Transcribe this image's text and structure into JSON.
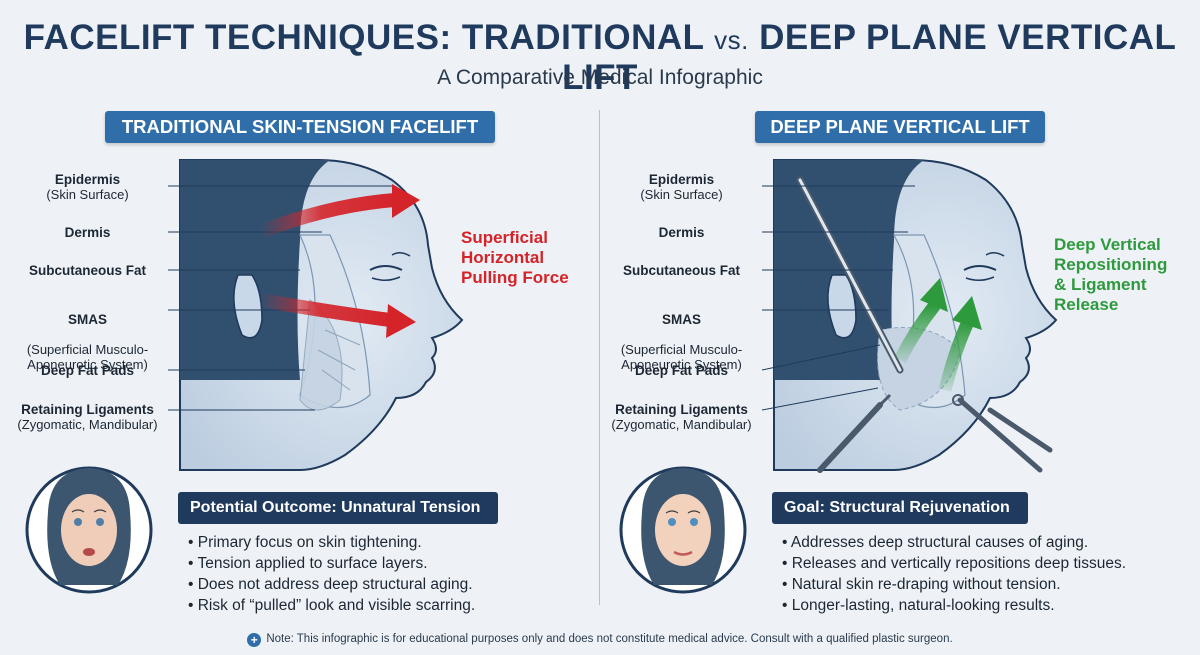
{
  "header": {
    "title_left": "FACELIFT TECHNIQUES: TRADITIONAL",
    "title_vs": "vs.",
    "title_right": "DEEP PLANE VERTICAL LIFT",
    "subtitle": "A Comparative Medical Infographic"
  },
  "left_panel": {
    "badge": "TRADITIONAL SKIN-TENSION FACELIFT",
    "layers": [
      {
        "name": "Epidermis",
        "detail": "(Skin Surface)"
      },
      {
        "name": "Dermis",
        "detail": ""
      },
      {
        "name": "Subcutaneous Fat",
        "detail": ""
      },
      {
        "name": "SMAS",
        "detail": "(Superficial Musculo-\nAponeurotic System)"
      },
      {
        "name": "Deep Fat Pads",
        "detail": ""
      },
      {
        "name": "Retaining Ligaments",
        "detail": "(Zygomatic, Mandibular)"
      }
    ],
    "force_label": "Superficial\nHorizontal\nPulling Force",
    "outcome_title": "Potential Outcome: Unnatural Tension",
    "bullets": [
      "Primary focus on skin tightening.",
      "Tension applied to surface layers.",
      "Does not address deep structural aging.",
      "Risk of “pulled” look and visible scarring."
    ]
  },
  "right_panel": {
    "badge": "DEEP PLANE VERTICAL LIFT",
    "layers": [
      {
        "name": "Epidermis",
        "detail": "(Skin Surface)"
      },
      {
        "name": "Dermis",
        "detail": ""
      },
      {
        "name": "Subcutaneous Fat",
        "detail": ""
      },
      {
        "name": "SMAS",
        "detail": "(Superficial Musculo-\nAponeurotic System)"
      },
      {
        "name": "Deep Fat Pads",
        "detail": ""
      },
      {
        "name": "Retaining Ligaments",
        "detail": "(Zygomatic, Mandibular)"
      }
    ],
    "force_label": "Deep Vertical\nRepositioning\n& Ligament\nRelease",
    "outcome_title": "Goal: Structural Rejuvenation",
    "bullets": [
      "Addresses deep structural causes of aging.",
      "Releases and vertically repositions deep tissues.",
      "Natural skin re-draping without tension.",
      "Longer-lasting, natural-looking results."
    ]
  },
  "footer": {
    "note": "Note: This infographic is for educational purposes only and does not constitute medical advice. Consult with a qualified plastic surgeon."
  },
  "colors": {
    "navy": "#1f3a5c",
    "badge_blue": "#2f6ea8",
    "red_force": "#d4242a",
    "green_force": "#2e9a3e",
    "skin_blue": "#c9d8e8"
  },
  "icons": [
    "plus-circle-icon",
    "red-arrow-icon",
    "green-arrow-icon",
    "surgical-instrument-icon",
    "scissors-icon"
  ]
}
